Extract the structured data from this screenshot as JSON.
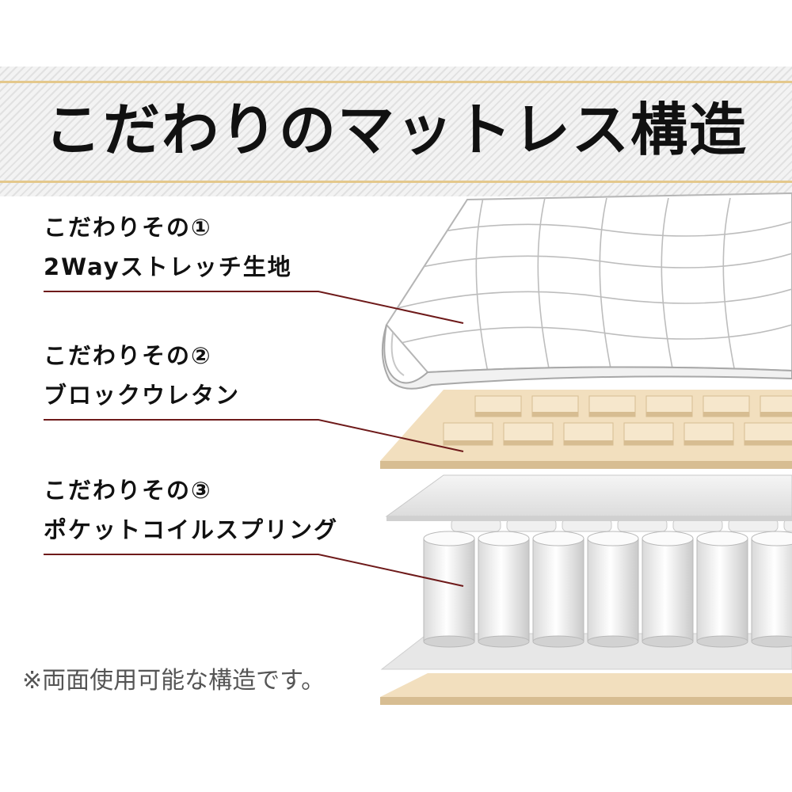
{
  "title": "こだわりのマットレス構造",
  "features": [
    {
      "heading": "こだわりその①",
      "name": "2Wayストレッチ生地"
    },
    {
      "heading": "こだわりその②",
      "name": "ブロックウレタン"
    },
    {
      "heading": "こだわりその③",
      "name": "ポケットコイルスプリング"
    }
  ],
  "note": "※両面使用可能な構造です。",
  "colors": {
    "banner_line": "#e4c88c",
    "leader_line": "#6e1a1a",
    "text": "#111111",
    "note_text": "#555555",
    "urethane": "#f2dfbe",
    "urethane_dark": "#d7bd92",
    "fabric_stroke": "#a9a9a9"
  }
}
